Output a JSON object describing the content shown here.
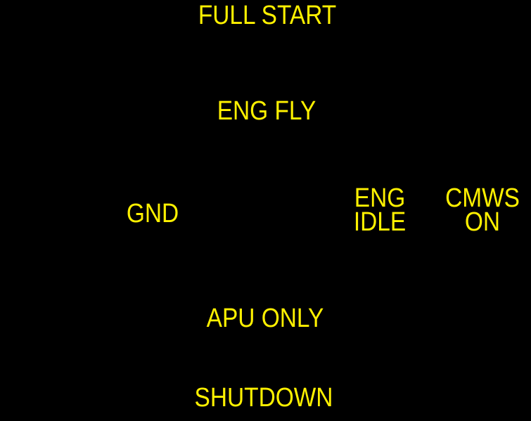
{
  "colors": {
    "background": "#000000",
    "label": "#FFF100"
  },
  "labels": {
    "full_start": {
      "text": "FULL START"
    },
    "eng_fly": {
      "text": "ENG FLY"
    },
    "gnd": {
      "text": "GND"
    },
    "eng_idle": {
      "line1": "ENG",
      "line2": "IDLE"
    },
    "cmws_on": {
      "line1": "CMWS",
      "line2": "ON"
    },
    "apu_only": {
      "text": "APU ONLY"
    },
    "shutdown": {
      "text": "SHUTDOWN"
    }
  }
}
